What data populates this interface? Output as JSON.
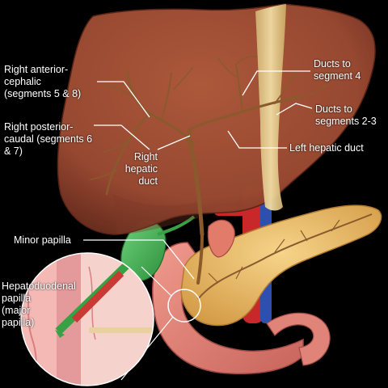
{
  "labels": {
    "right_anterior": "Right anterior-\ncephalic\n(segments 5 & 8)",
    "right_posterior": "Right posterior-\ncaudal (segments 6\n& 7)",
    "right_hepatic": "Right hepatic\nduct",
    "ducts_seg4": "Ducts to\nsegment 4",
    "ducts_seg23": "Ducts to\nsegments 2-3",
    "left_hepatic": "Left hepatic duct",
    "minor_papilla": "Minor papilla",
    "hepatoduodenal": "Hepatoduodenal\npapilla\n(major\npapilla)"
  },
  "colors": {
    "background": "#000000",
    "liver": "#9a4a32",
    "falciform_ligament": "#e4c98a",
    "bile_ducts": "#8a5a2c",
    "gallbladder": "#3fae4a",
    "pancreas": "#e6b865",
    "duodenum": "#e58a7c",
    "vein": "#2f4fb0",
    "artery": "#c8282a",
    "leader_lines": "#ffffff"
  }
}
